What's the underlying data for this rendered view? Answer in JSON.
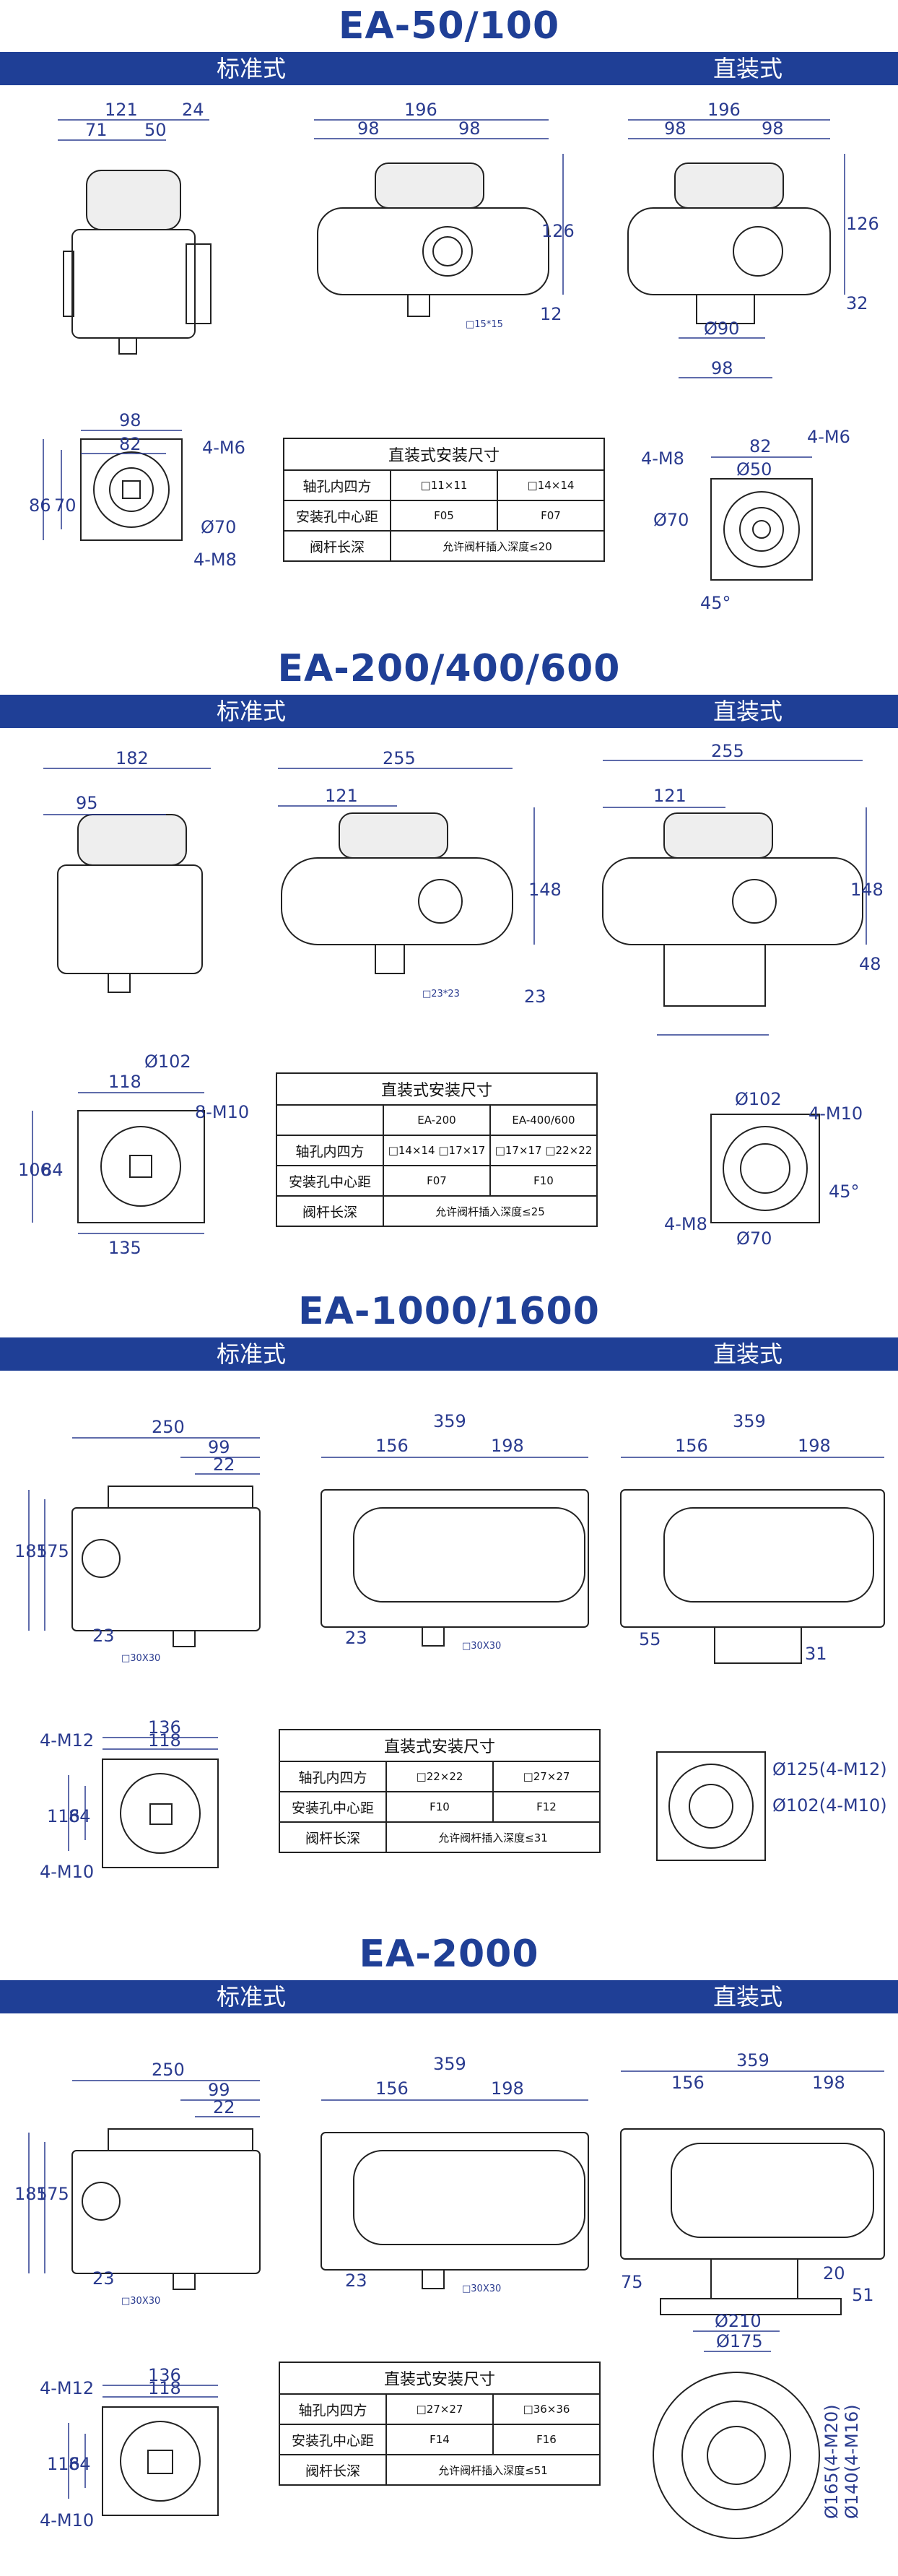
{
  "sections": [
    {
      "title": "EA-50/100",
      "left_label": "标准式",
      "right_label": "直装式",
      "dims": {
        "a": [
          "121",
          "24",
          "71",
          "50",
          "86",
          "70",
          "98",
          "82",
          "4-M6",
          "Ø70",
          "4-M8"
        ],
        "b": [
          "196",
          "98",
          "98",
          "126",
          "12",
          "□15*15"
        ],
        "c": [
          "196",
          "98",
          "98",
          "126",
          "32",
          "Ø90",
          "98"
        ],
        "d": [
          "82",
          "4-M6",
          "4-M8",
          "Ø50",
          "Ø70",
          "45°"
        ]
      },
      "table": {
        "caption": "直装式安装尺寸",
        "header": [],
        "rows": [
          {
            "label": "轴孔内四方",
            "cells": [
              "□11×11",
              "□14×14"
            ]
          },
          {
            "label": "安装孔中心距",
            "cells": [
              "F05",
              "F07"
            ]
          },
          {
            "label": "阀杆长深",
            "cells": [
              "允许阀杆插入深度≤20"
            ]
          }
        ]
      }
    },
    {
      "title": "EA-200/400/600",
      "left_label": "标准式",
      "right_label": "直装式",
      "dims": {
        "a": [
          "182",
          "95",
          "118",
          "Ø102",
          "8-M10",
          "106",
          "84",
          "135"
        ],
        "b": [
          "255",
          "121",
          "148",
          "23",
          "□23*23"
        ],
        "c": [
          "255",
          "121",
          "148",
          "48"
        ],
        "d": [
          "Ø102",
          "4-M10",
          "45°",
          "4-M8",
          "Ø70"
        ]
      },
      "table": {
        "caption": "直装式安装尺寸",
        "header": [
          "EA-200",
          "EA-400/600"
        ],
        "rows": [
          {
            "label": "轴孔内四方",
            "cells": [
              "□14×14 □17×17",
              "□17×17 □22×22"
            ]
          },
          {
            "label": "安装孔中心距",
            "cells": [
              "F07",
              "F10"
            ]
          },
          {
            "label": "阀杆长深",
            "cells": [
              "允许阀杆插入深度≤25"
            ]
          }
        ]
      }
    },
    {
      "title": "EA-1000/1600",
      "left_label": "标准式",
      "right_label": "直装式",
      "dims": {
        "a": [
          "250",
          "99",
          "22",
          "185",
          "175",
          "23",
          "□30X30",
          "4-M12",
          "136",
          "118",
          "116",
          "84",
          "4-M10"
        ],
        "b": [
          "359",
          "156",
          "198",
          "23",
          "□30X30"
        ],
        "c": [
          "359",
          "156",
          "198",
          "55",
          "31"
        ],
        "d": [
          "Ø125(4-M12)",
          "Ø102(4-M10)"
        ]
      },
      "table": {
        "caption": "直装式安装尺寸",
        "header": [],
        "rows": [
          {
            "label": "轴孔内四方",
            "cells": [
              "□22×22",
              "□27×27"
            ]
          },
          {
            "label": "安装孔中心距",
            "cells": [
              "F10",
              "F12"
            ]
          },
          {
            "label": "阀杆长深",
            "cells": [
              "允许阀杆插入深度≤31"
            ]
          }
        ]
      }
    },
    {
      "title": "EA-2000",
      "left_label": "标准式",
      "right_label": "直装式",
      "dims": {
        "a": [
          "250",
          "99",
          "22",
          "185",
          "175",
          "23",
          "□30X30",
          "4-M12",
          "136",
          "118",
          "116",
          "84",
          "4-M10"
        ],
        "b": [
          "359",
          "156",
          "198",
          "23",
          "□30X30"
        ],
        "c": [
          "359",
          "156",
          "198",
          "75",
          "20",
          "51",
          "Ø210",
          "Ø175"
        ],
        "d": [
          "Ø165(4-M20)",
          "Ø140(4-M16)"
        ]
      },
      "table": {
        "caption": "直装式安装尺寸",
        "header": [],
        "rows": [
          {
            "label": "轴孔内四方",
            "cells": [
              "□27×27",
              "□36×36"
            ]
          },
          {
            "label": "安装孔中心距",
            "cells": [
              "F14",
              "F16"
            ]
          },
          {
            "label": "阀杆长深",
            "cells": [
              "允许阀杆插入深度≤51"
            ]
          }
        ]
      }
    }
  ]
}
